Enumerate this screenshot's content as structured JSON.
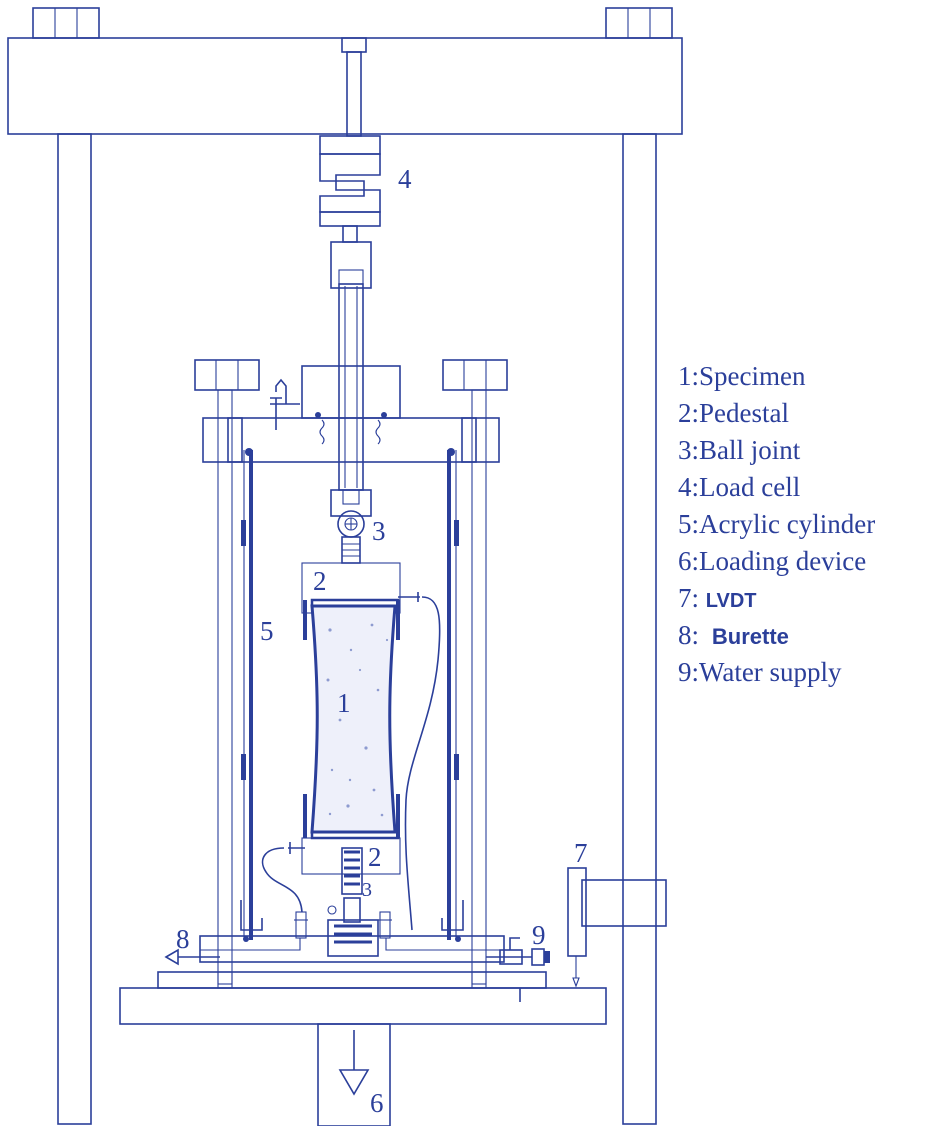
{
  "colors": {
    "line": "#2b3f9a",
    "specimen_fill": "#eef0fa",
    "background": "#ffffff"
  },
  "callouts": {
    "c1": "1",
    "c2_top": "2",
    "c2_bottom": "2",
    "c3_top": "3",
    "c3_bottom": "3",
    "c4": "4",
    "c5": "5",
    "c6": "6",
    "c7": "7",
    "c8": "8",
    "c9": "9"
  },
  "legend": [
    {
      "prefix": "1:",
      "label": "Specimen"
    },
    {
      "prefix": "2:",
      "label": "Pedestal"
    },
    {
      "prefix": "3:",
      "label": "Ball joint"
    },
    {
      "prefix": "4:",
      "label": "Load cell"
    },
    {
      "prefix": "5:",
      "label": "Acrylic cylinder"
    },
    {
      "prefix": "6:",
      "label": "Loading device"
    },
    {
      "prefix": "7: ",
      "label": "LVDT"
    },
    {
      "prefix": "8: ",
      "label": " Burette"
    },
    {
      "prefix": "9:",
      "label": "Water supply"
    }
  ]
}
